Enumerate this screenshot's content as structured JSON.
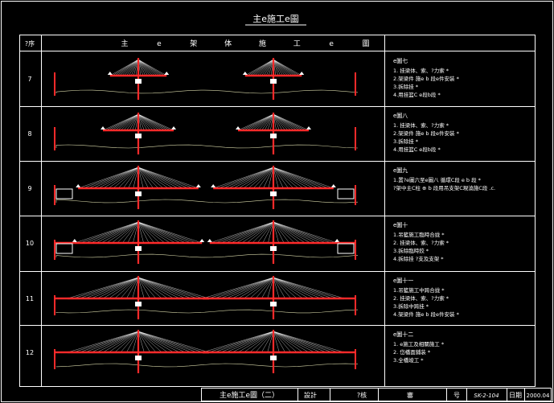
{
  "title": "主e施工e圖",
  "header": {
    "seq": "?序",
    "main": [
      "主",
      "e",
      "架",
      "体",
      "施",
      "工",
      "e",
      "圖"
    ]
  },
  "stages": [
    {
      "no": "7",
      "heading": "e圖七",
      "lines": [
        "1. 挂梁体、索、?力索 *",
        "2.架梁件 施e b 段e件安装 *",
        "3.拆除挂 *",
        "4.用挂篮C  e段b段 *"
      ]
    },
    {
      "no": "8",
      "heading": "e圖八",
      "lines": [
        "1. 挂梁体、索、?力索 *",
        "2.架梁件 施e b 段e件安装 *",
        "3.拆除挂 *",
        "4.用挂篮C  e段b段 *"
      ]
    },
    {
      "no": "9",
      "heading": "e圖九",
      "lines": [
        "1.置?e圖六至e圖八 循環C段 e b 段 *",
        "?架中主C柱 ⊕ b 段用吊支架C現澆施C段 .c."
      ]
    },
    {
      "no": "10",
      "heading": "e圖十",
      "lines": [
        "1.吊籃施工臨時合拢 *",
        "2. 挂梁体、索、?力索 *",
        "3.拆除臨時鉸 *",
        "4.拆除挂 ?支及支架 *"
      ]
    },
    {
      "no": "11",
      "heading": "e圖十一",
      "lines": [
        "1.吊籃施工中跨合拢 *",
        "2. 挂梁体、索、?力索 *",
        "3.拆除中跨挂 *",
        "4.架梁件 施e b 段e件安装 *"
      ]
    },
    {
      "no": "12",
      "heading": "e圖十二",
      "lines": [
        "1. e施工及相關施工 *",
        "2. 岱橋面鋪装 *",
        "3.全橋竣工 *"
      ]
    }
  ],
  "footer": {
    "drawing_title": "主e施工e圖（二）",
    "design": "設計",
    "check": "?核",
    "review": "審",
    "no_label": "号",
    "no_value": "SK-2-104",
    "date_label": "日期",
    "date_value": "2000.04"
  },
  "colors": {
    "frame": "#ffffff",
    "deck": "#ff2a2a",
    "cable": "#ffffff",
    "ground": "#d6d6a8",
    "background": "#000000"
  }
}
